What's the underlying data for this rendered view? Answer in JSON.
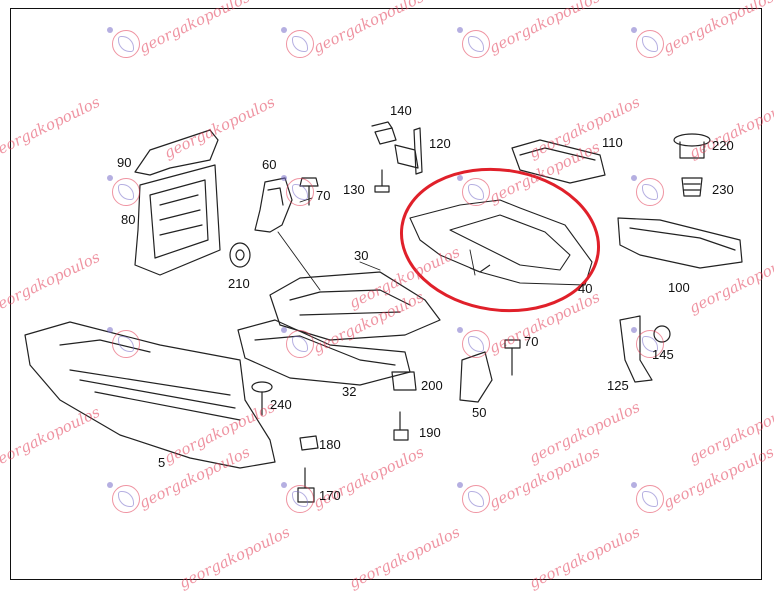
{
  "diagram": {
    "highlight_color": "#e0202a",
    "line_color": "#222222",
    "watermark_color": "#e13c55",
    "callouts": [
      {
        "id": "c90",
        "text": "90"
      },
      {
        "id": "c80",
        "text": "80"
      },
      {
        "id": "c60",
        "text": "60"
      },
      {
        "id": "c70a",
        "text": "70"
      },
      {
        "id": "c140",
        "text": "140"
      },
      {
        "id": "c120",
        "text": "120"
      },
      {
        "id": "c130",
        "text": "130"
      },
      {
        "id": "c110",
        "text": "110"
      },
      {
        "id": "c220",
        "text": "220"
      },
      {
        "id": "c230",
        "text": "230"
      },
      {
        "id": "c210",
        "text": "210"
      },
      {
        "id": "c30",
        "text": "30"
      },
      {
        "id": "c40",
        "text": "40"
      },
      {
        "id": "c100",
        "text": "100"
      },
      {
        "id": "c70b",
        "text": "70"
      },
      {
        "id": "c145",
        "text": "145"
      },
      {
        "id": "c125",
        "text": "125"
      },
      {
        "id": "c32",
        "text": "32"
      },
      {
        "id": "c200",
        "text": "200"
      },
      {
        "id": "c240",
        "text": "240"
      },
      {
        "id": "c50",
        "text": "50"
      },
      {
        "id": "c180",
        "text": "180"
      },
      {
        "id": "c190",
        "text": "190"
      },
      {
        "id": "c5",
        "text": "5"
      },
      {
        "id": "c170",
        "text": "170"
      }
    ],
    "watermark_texts": {
      "horizontal": "georgakopoulos",
      "diagonal": "georgakopoulos"
    }
  }
}
